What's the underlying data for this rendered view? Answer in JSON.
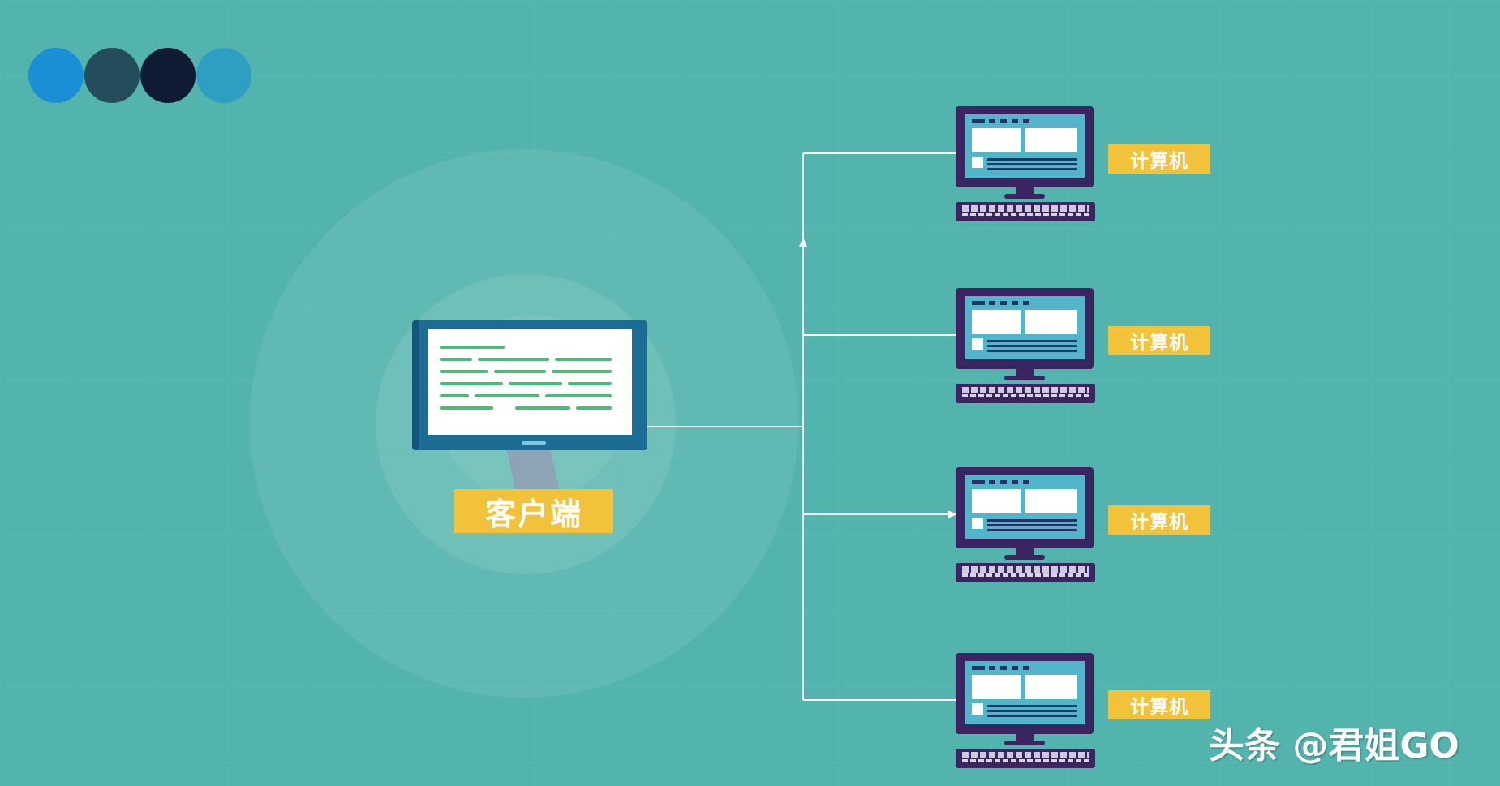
{
  "header": {
    "dots": [
      {
        "icon": "dot-blue",
        "color": "#1b8fd6"
      },
      {
        "icon": "dot-slate",
        "color": "#234d5a"
      },
      {
        "icon": "dot-navy",
        "color": "#0f1a33"
      },
      {
        "icon": "dot-cyan",
        "color": "#2e9fc2"
      }
    ]
  },
  "client": {
    "label": "客户端",
    "icon": "monitor-icon"
  },
  "computers": [
    {
      "label": "计算机",
      "icon": "desktop-computer-icon"
    },
    {
      "label": "计算机",
      "icon": "desktop-computer-icon"
    },
    {
      "label": "计算机",
      "icon": "desktop-computer-icon"
    },
    {
      "label": "计算机",
      "icon": "desktop-computer-icon"
    }
  ],
  "watermark": "头条 @君姐GO",
  "colors": {
    "background": "#53b3ad",
    "label_bg": "#f3c23b",
    "connector": "#ffffff",
    "computer_frame": "#3b2560",
    "computer_screen": "#53b5cb",
    "client_frame": "#1d6c93",
    "code_lines": "#4cba78"
  }
}
